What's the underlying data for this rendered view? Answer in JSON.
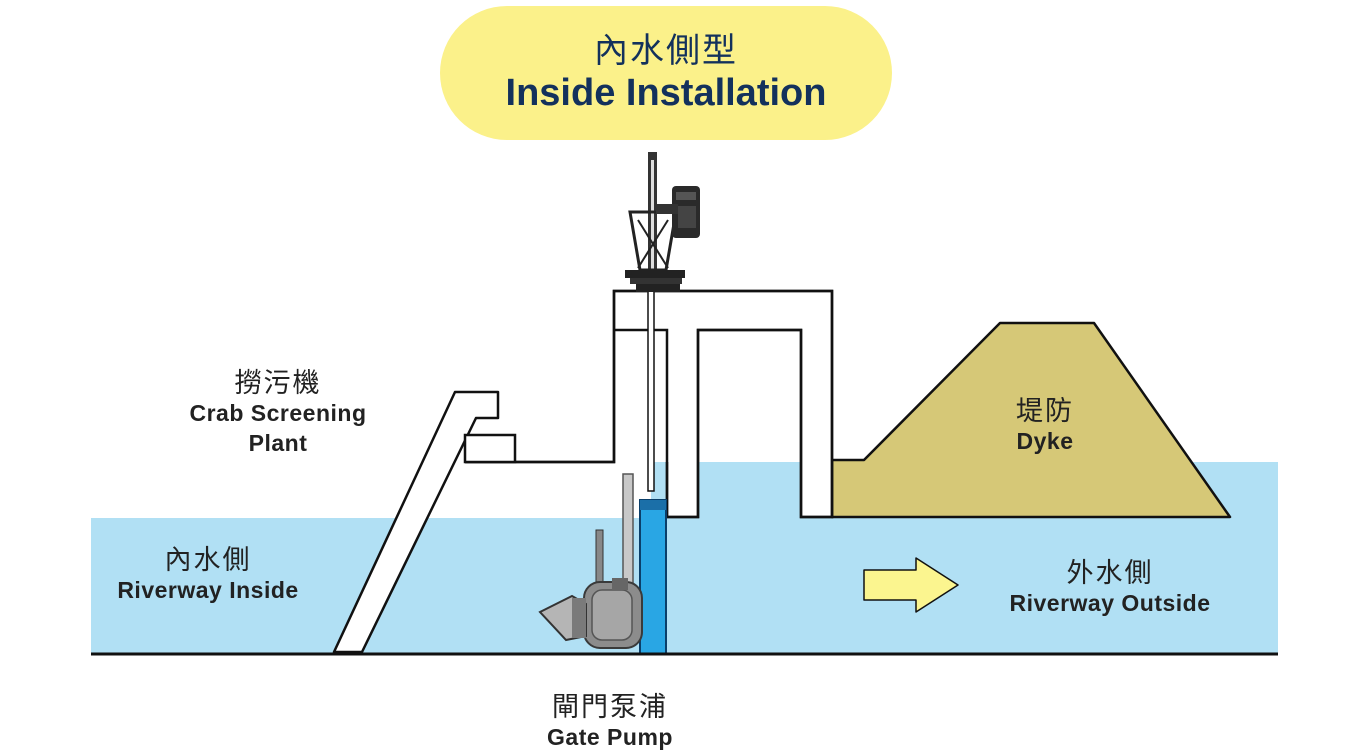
{
  "header": {
    "title_zh": "內水側型",
    "title_en": "Inside Installation"
  },
  "labels": {
    "crab_zh": "撈污機",
    "crab_en_1": "Crab Screening",
    "crab_en_2": "Plant",
    "dyke_zh": "堤防",
    "dyke_en": "Dyke",
    "inside_zh": "內水側",
    "inside_en": "Riverway Inside",
    "outside_zh": "外水側",
    "outside_en": "Riverway Outside",
    "pump_zh": "閘門泵浦",
    "pump_en": "Gate Pump"
  },
  "colors": {
    "water": "#b1e0f4",
    "dyke": "#d6c877",
    "title_bg": "#fbf18a",
    "title_text": "#13315c",
    "pump_column": "#29a6e4",
    "arrow": "#fbf58f"
  }
}
